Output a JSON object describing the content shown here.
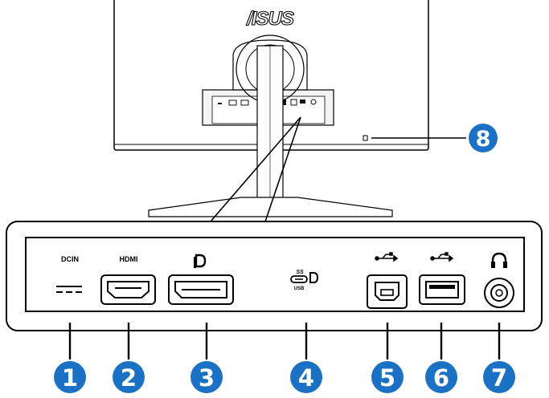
{
  "brand_logo": "/ISUS",
  "colors": {
    "badge_blue": "#1b72c4",
    "line": "#000000",
    "background": "#ffffff"
  },
  "ports": [
    {
      "number": "1",
      "label": "DCIN",
      "icon": "dc-power-symbol-icon"
    },
    {
      "number": "2",
      "label": "HDMI",
      "icon": "hdmi-port-icon"
    },
    {
      "number": "3",
      "label": "",
      "icon": "displayport-port-icon"
    },
    {
      "number": "4",
      "label": "",
      "icon": "usb-c-displayport-icon"
    },
    {
      "number": "5",
      "label": "",
      "icon": "usb-b-port-icon"
    },
    {
      "number": "6",
      "label": "",
      "icon": "usb-a-port-icon"
    },
    {
      "number": "7",
      "label": "",
      "icon": "headphone-jack-icon"
    }
  ],
  "usbc_icon_text": {
    "top": "SS",
    "bottom": "USB"
  },
  "lock_callout": {
    "number": "8",
    "icon": "kensington-lock-icon"
  }
}
